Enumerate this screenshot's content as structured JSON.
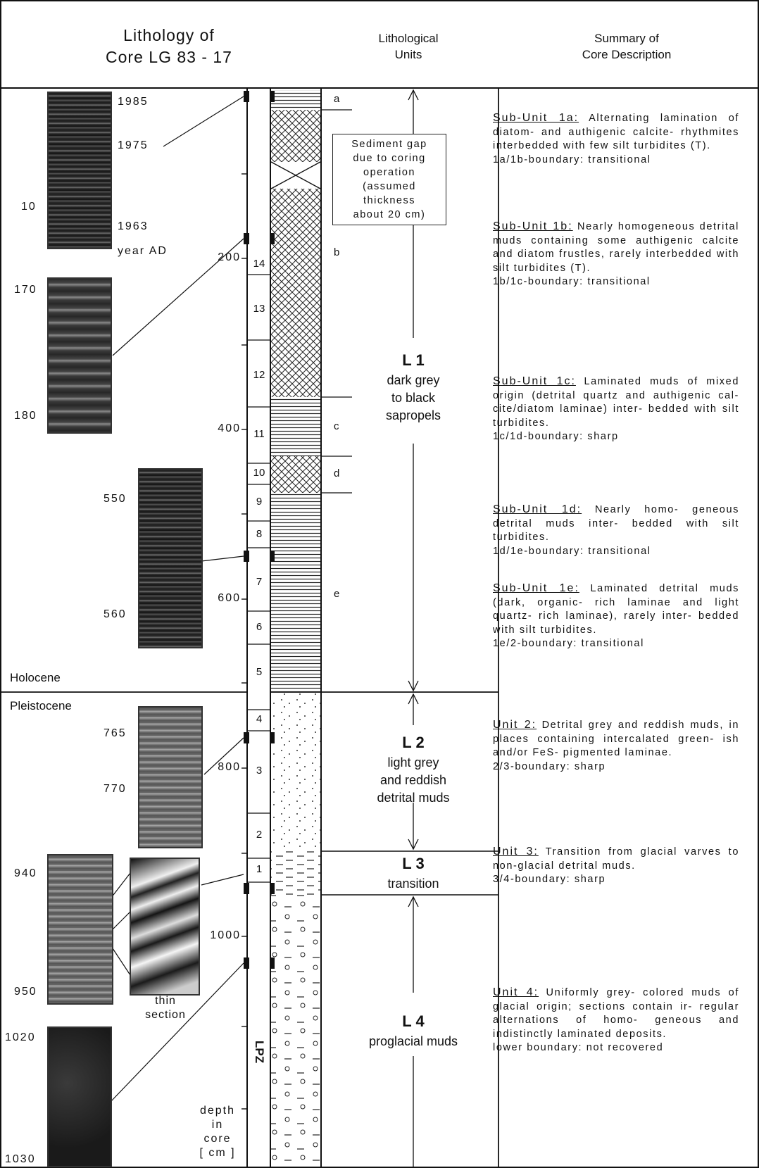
{
  "header": {
    "lithology_title": [
      "Lithology of",
      "Core  LG 83 - 17"
    ],
    "units_title": [
      "Lithological",
      "Units"
    ],
    "summary_title": [
      "Summary of",
      "Core Description"
    ]
  },
  "photos": {
    "labels": [
      "1985",
      "1975",
      "1963",
      "year  AD",
      "10",
      "170",
      "180",
      "550",
      "560",
      "765",
      "770",
      "940",
      "950",
      "1020",
      "1030"
    ],
    "thin_section": [
      "thin",
      "section"
    ]
  },
  "epochs": {
    "holocene": "Holocene",
    "pleistocene": "Pleistocene"
  },
  "depth_axis": {
    "ticks": [
      "200",
      "400",
      "600",
      "800",
      "1000"
    ],
    "caption": [
      "depth",
      "in",
      "core",
      "[ cm ]"
    ]
  },
  "lpz": {
    "zones": [
      "14",
      "13",
      "12",
      "11",
      "10",
      "9",
      "8",
      "7",
      "6",
      "5",
      "4",
      "3",
      "2",
      "1"
    ],
    "label": "LPZ"
  },
  "subunits": [
    "a",
    "b",
    "c",
    "d",
    "e"
  ],
  "sediment_gap": [
    "Sediment  gap",
    "due to coring",
    "operation",
    "(assumed",
    "thickness",
    "about  20  cm)"
  ],
  "units": [
    {
      "code": "L 1",
      "lines": [
        "dark grey",
        "to black",
        "sapropels"
      ]
    },
    {
      "code": "L 2",
      "lines": [
        "light grey",
        "and reddish",
        "detrital muds"
      ]
    },
    {
      "code": "L 3",
      "lines": [
        "transition"
      ]
    },
    {
      "code": "L 4",
      "lines": [
        "proglacial muds"
      ]
    }
  ],
  "descriptions": [
    {
      "heading": "Sub-Unit  1a:",
      "text": "Alternating lamination of diatom- and authigenic calcite- rhythmites interbedded with few silt turbidites (T).",
      "boundary": "1a/1b-boundary:   transitional"
    },
    {
      "heading": "Sub-Unit  1b:",
      "text": "Nearly homogeneous detrital muds containing some authigenic calcite and diatom frustles, rarely interbedded with silt turbidites (T).",
      "boundary": "1b/1c-boundary:   transitional"
    },
    {
      "heading": "Sub-Unit  1c:",
      "text": "Laminated muds of mixed origin (detrital quartz and authigenic cal- cite/diatom laminae) inter- bedded with silt turbidites.",
      "boundary": "1c/1d-boundary:  sharp"
    },
    {
      "heading": "Sub-Unit  1d:",
      "text": "Nearly homo- geneous detrital muds inter- bedded with silt turbidites.",
      "boundary": "1d/1e-boundary:   transitional"
    },
    {
      "heading": "Sub-Unit  1e:",
      "text": "Laminated detrital muds (dark, organic- rich laminae and light quartz- rich laminae), rarely inter- bedded with silt turbidites.",
      "boundary": "1e/2-boundary:   transitional"
    },
    {
      "heading": "Unit  2:",
      "text": "Detrital grey and reddish muds, in places containing intercalated green- ish and/or FeS- pigmented laminae.",
      "boundary": "2/3-boundary:  sharp"
    },
    {
      "heading": "Unit  3:",
      "text": "Transition from glacial varves to non-glacial detrital muds.",
      "boundary": "3/4-boundary:  sharp"
    },
    {
      "heading": "Unit  4:",
      "text": "Uniformly grey- colored muds of glacial origin; sections contain ir- regular alternations of homo- geneous and indistinctly laminated deposits.",
      "boundary": "lower boundary:  not recovered"
    }
  ]
}
